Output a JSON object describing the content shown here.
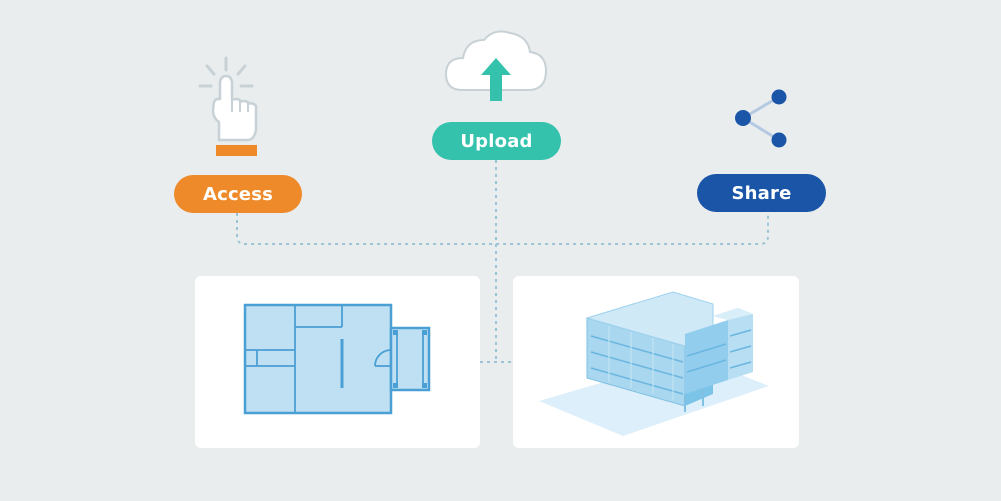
{
  "actions": {
    "access": {
      "label": "Access",
      "color": "#ef8a2a",
      "icon": "tap-hand-icon"
    },
    "upload": {
      "label": "Upload",
      "color": "#34c2ad",
      "icon": "cloud-upload-icon"
    },
    "share": {
      "label": "Share",
      "color": "#1b55a8",
      "icon": "share-icon"
    }
  },
  "panels": [
    {
      "name": "floor-plan",
      "icon": "floor-plan-icon"
    },
    {
      "name": "3d-model",
      "icon": "building-3d-icon"
    }
  ],
  "colors": {
    "background": "#e9edee",
    "connector": "#9cc4d6",
    "blueprint_fill": "#bfe0f2",
    "blueprint_stroke": "#4a9fd4"
  }
}
